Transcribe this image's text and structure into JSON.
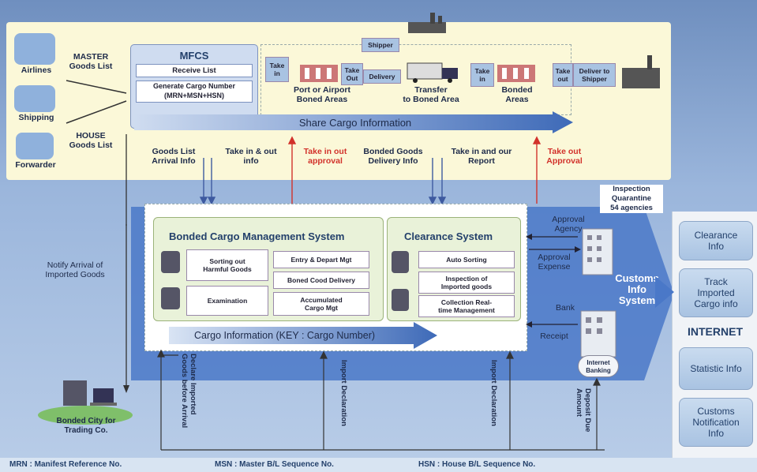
{
  "sources": {
    "airlines": "Airlines",
    "shipping": "Shipping",
    "forwarder": "Forwarder",
    "master_goods": "MASTER\nGoods List",
    "house_goods": "HOUSE\nGoods List"
  },
  "mfcs": {
    "title": "MFCS",
    "receive": "Receive List",
    "generate": "Generate Cargo Number\n(MRN+MSN+HSN)"
  },
  "flow": {
    "take_in_1": "Take\nin",
    "take_out_1": "Take\nOut",
    "port_airport": "Port or Airport\nBoned Areas",
    "shipper_tag": "Shipper",
    "delivery": "Delivery",
    "transfer": "Transfer\nto Boned Area",
    "take_in_2": "Take\nin",
    "bonded_areas": "Bonded\nAreas",
    "take_out_2": "Take\nout",
    "deliver_shipper": "Deliver to\nShipper",
    "share_cargo": "Share Cargo Information"
  },
  "links": {
    "goods_list": "Goods List\nArrival Info",
    "take_in_out_info": "Take in & out\ninfo",
    "take_in_out_approval": "Take in out\napproval",
    "bonded_goods": "Bonded Goods\nDelivery Info",
    "take_in_report": "Take in and our\nReport",
    "take_out_approval": "Take out\nApproval"
  },
  "notify": "Notify  Arrival of\nImported Goods",
  "bonded_system": {
    "title": "Bonded Cargo Management System",
    "sorting": "Sorting out\nHarmful Goods",
    "examination": "Examination",
    "entry": "Entry & Depart Mgt",
    "boned_delivery": "Boned Cood Delivery",
    "accumulated": "Accumulated\nCargo Mgt"
  },
  "clearance_system": {
    "title": "Clearance System",
    "auto": "Auto Sorting",
    "inspection": "Inspection of\nImported goods",
    "collection": "Collection Real-\ntime Management"
  },
  "cargo_info": "Cargo Information (KEY : Cargo Number)",
  "agencies": {
    "inspection": "Inspection\nQuarantine\n54 agencies",
    "approval_agency": "Approval\nAgency",
    "approval_expense": "Approval\nExpense",
    "bank": "Bank",
    "receipt": "Receipt",
    "customs": "Customs\nInfo\nSystem",
    "internet_banking": "Internet\nBanking"
  },
  "vertical": {
    "declare": "Declare Imported\nGoods before Arrival",
    "import_decl_1": "Import Declaration",
    "import_decl_2": "Import Declaration",
    "deposit": "Deposit Due\nAmount"
  },
  "bonded_city": "Bonded City for\nTrading Co.",
  "internet": {
    "clearance_info": "Clearance\nInfo",
    "track": "Track\nImported\nCargo info",
    "internet": "INTERNET",
    "statistic": "Statistic Info",
    "notification": "Customs\nNotification\nInfo"
  },
  "footer": {
    "mrn": "MRN : Manifest Reference No.",
    "msn": "MSN : Master B/L Sequence No.",
    "hsn": "HSN : House B/L Sequence No."
  },
  "colors": {
    "accent": "#4a78c8",
    "red": "#d2322b",
    "band": "#fbf8d8"
  }
}
